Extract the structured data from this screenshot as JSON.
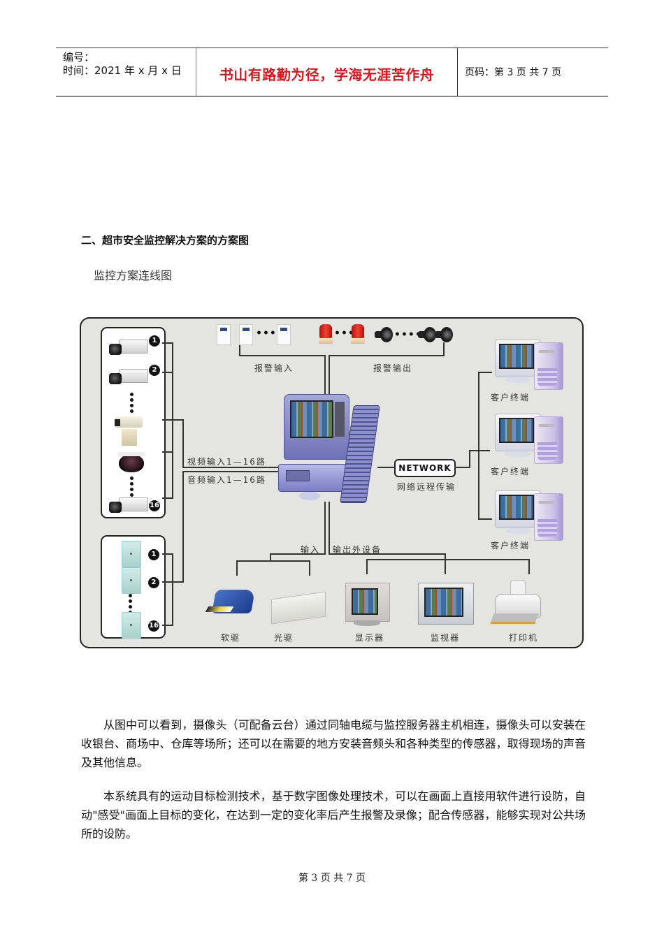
{
  "header": {
    "serial_label": "编号：",
    "date_label": "时间：2021 年 x 月 x 日",
    "motto": "书山有路勤为径，学海无涯苦作舟",
    "page_info": "页码：第 3 页  共 7 页"
  },
  "section": {
    "heading": "二、超市安全监控解决方案的方案图",
    "subheading": "监控方案连线图"
  },
  "diagram": {
    "camera_numbers": [
      "1",
      "2",
      "16"
    ],
    "sensor_numbers": [
      "1",
      "2",
      "16"
    ],
    "labels": {
      "alarm_input": "报警输入",
      "alarm_output": "报警输出",
      "video_input": "视频输入1—16路",
      "audio_input": "音频输入1—16路",
      "network": "NETWORK",
      "network_caption": "网络远程传输",
      "input": "输入",
      "output_peripherals": "输出外设备"
    },
    "clients": [
      {
        "label": "客户终端"
      },
      {
        "label": "客户终端"
      },
      {
        "label": "客户终端"
      }
    ],
    "peripherals": [
      {
        "label": "软驱"
      },
      {
        "label": "光驱"
      },
      {
        "label": "显示器"
      },
      {
        "label": "监视器"
      },
      {
        "label": "打印机"
      }
    ],
    "colors": {
      "background": "#e4e4e2",
      "line": "#333333",
      "siren": "#e0302a",
      "client_tower": "#b8aae0"
    }
  },
  "body": {
    "paragraphs": [
      "从图中可以看到，摄像头（可配备云台）通过同轴电缆与监控服务器主机相连，摄像头可以安装在收银台、商场中、仓库等场所；还可以在需要的地方安装音频头和各种类型的传感器，取得现场的声音及其他信息。",
      "本系统具有的运动目标检测技术，基于数字图像处理技术，可以在画面上直接用软件进行设防，自动\"感受\"画面上目标的变化，在达到一定的变化率后产生报警及录像；配合传感器，能够实现对公共场所的设防。"
    ]
  },
  "footer": {
    "page_text": "第 3 页 共 7 页"
  },
  "colors": {
    "motto": "#e0141e",
    "text": "#111111"
  }
}
